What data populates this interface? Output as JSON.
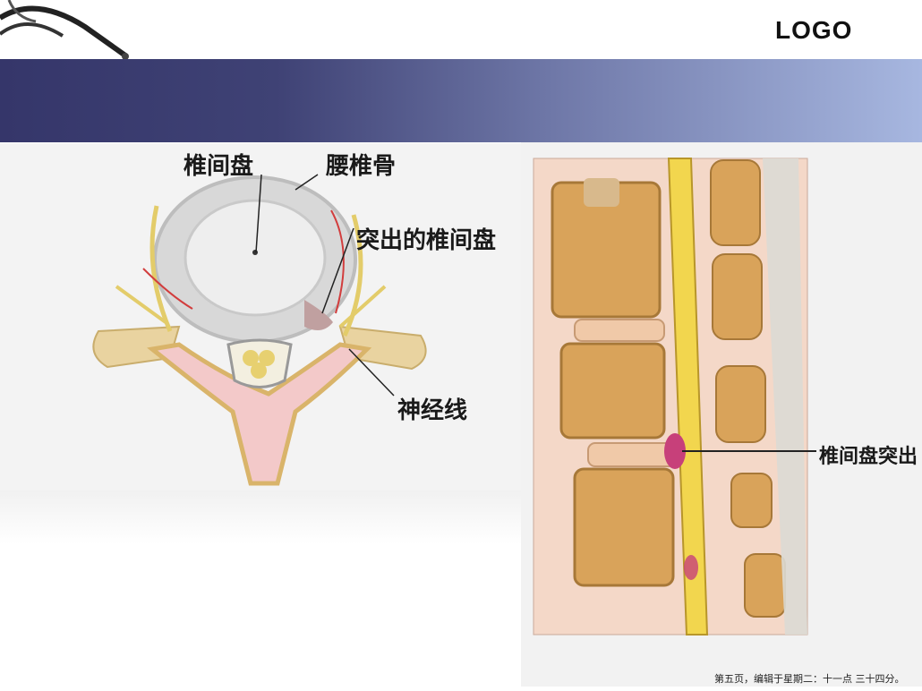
{
  "header": {
    "logo_text": "LOGO"
  },
  "left_figure": {
    "labels": {
      "disc": "椎间盘",
      "lumbar_vertebra": "腰椎骨",
      "herniated_disc": "突出的椎间盘",
      "nerve": "神经线"
    }
  },
  "right_figure": {
    "labels": {
      "herniation": "椎间盘突出"
    }
  },
  "footer": {
    "text": "第五页，编辑于星期二：十一点 三十四分。"
  }
}
